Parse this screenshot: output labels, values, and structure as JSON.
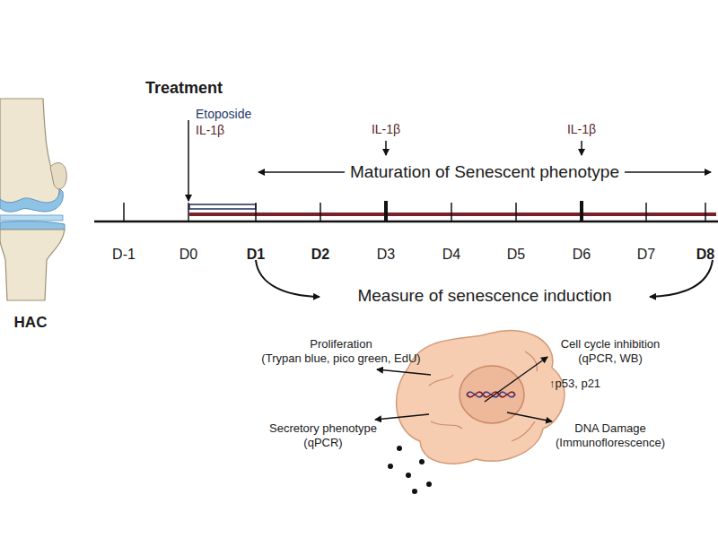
{
  "diagram": {
    "labels": [
      "Treatment",
      "Etoposide",
      "IL-1β",
      "IL-1β",
      "IL-1β",
      "Maturation of Senescent phenotype",
      "D-1",
      "D0",
      "D1",
      "D2",
      "D3",
      "D4",
      "D5",
      "D6",
      "D7",
      "D8",
      "Measure of senescence induction",
      "HAC",
      "Proliferation (Trypan blue, pico green, EdU)",
      "Cell cycle inhibition (qPCR, WB)",
      "↑p53, p21",
      "Secretory phenotype (qPCR)",
      "DNA Damage (Immunoflorescence)"
    ]
  }
}
